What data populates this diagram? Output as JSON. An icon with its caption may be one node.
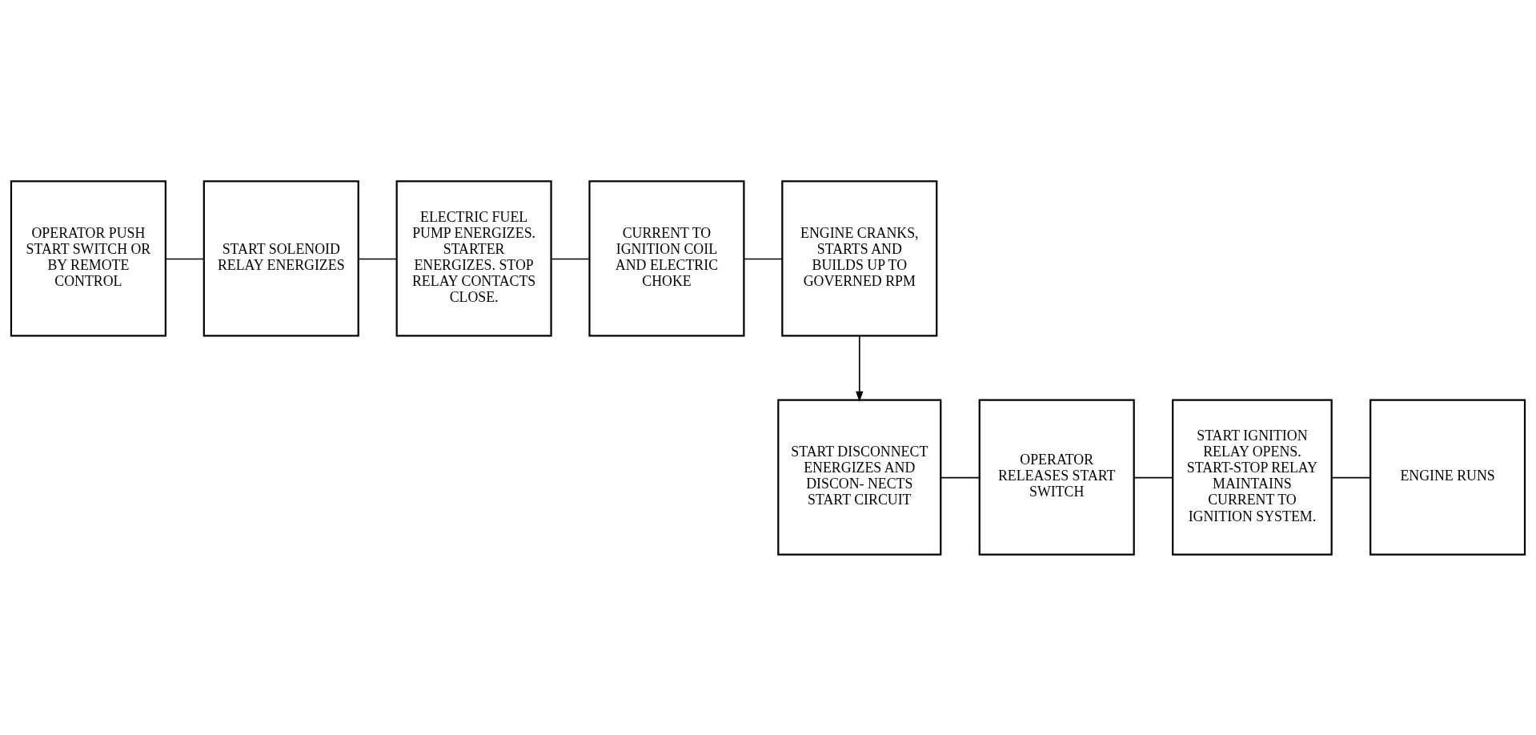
{
  "diagram": {
    "nodes": [
      {
        "text": [
          "OPERATOR PUSH START SWITCH OR BY REMOTE CONTROL"
        ]
      },
      {
        "text": [
          "START SOLENOID RELAY ENERGIZES"
        ]
      },
      {
        "text": [
          "ELECTRIC FUEL PUMP ENERGIZES. STARTER ENERGIZES. STOP RELAY CONTACTS CLOSE."
        ]
      },
      {
        "text": [
          "CURRENT TO IGNITION COIL AND ELECTRIC CHOKE"
        ]
      },
      {
        "text": [
          "ENGINE CRANKS, STARTS AND BUILDS UP TO GOVERNED RPM"
        ]
      },
      {
        "text": [
          "START DISCONNECT ENERGIZES AND DISCON- NECTS START CIRCUIT"
        ]
      },
      {
        "text": [
          "OPERATOR RELEASES START SWITCH"
        ]
      },
      {
        "text": [
          "START IGNITION RELAY OPENS. START-STOP RELAY MAINTAINS CURRENT TO IGNITION SYSTEM."
        ]
      },
      {
        "text": [
          "ENGINE RUNS"
        ]
      }
    ],
    "edges": [
      {
        "from": 0,
        "to": 1,
        "arrow": "none"
      },
      {
        "from": 1,
        "to": 2,
        "arrow": "none"
      },
      {
        "from": 2,
        "to": 3,
        "arrow": "none"
      },
      {
        "from": 3,
        "to": 4,
        "arrow": "none"
      },
      {
        "from": 4,
        "to": 5,
        "arrow": "to"
      },
      {
        "from": 5,
        "to": 6,
        "arrow": "none"
      },
      {
        "from": 6,
        "to": 7,
        "arrow": "none"
      },
      {
        "from": 7,
        "to": 8,
        "arrow": "none"
      }
    ]
  }
}
